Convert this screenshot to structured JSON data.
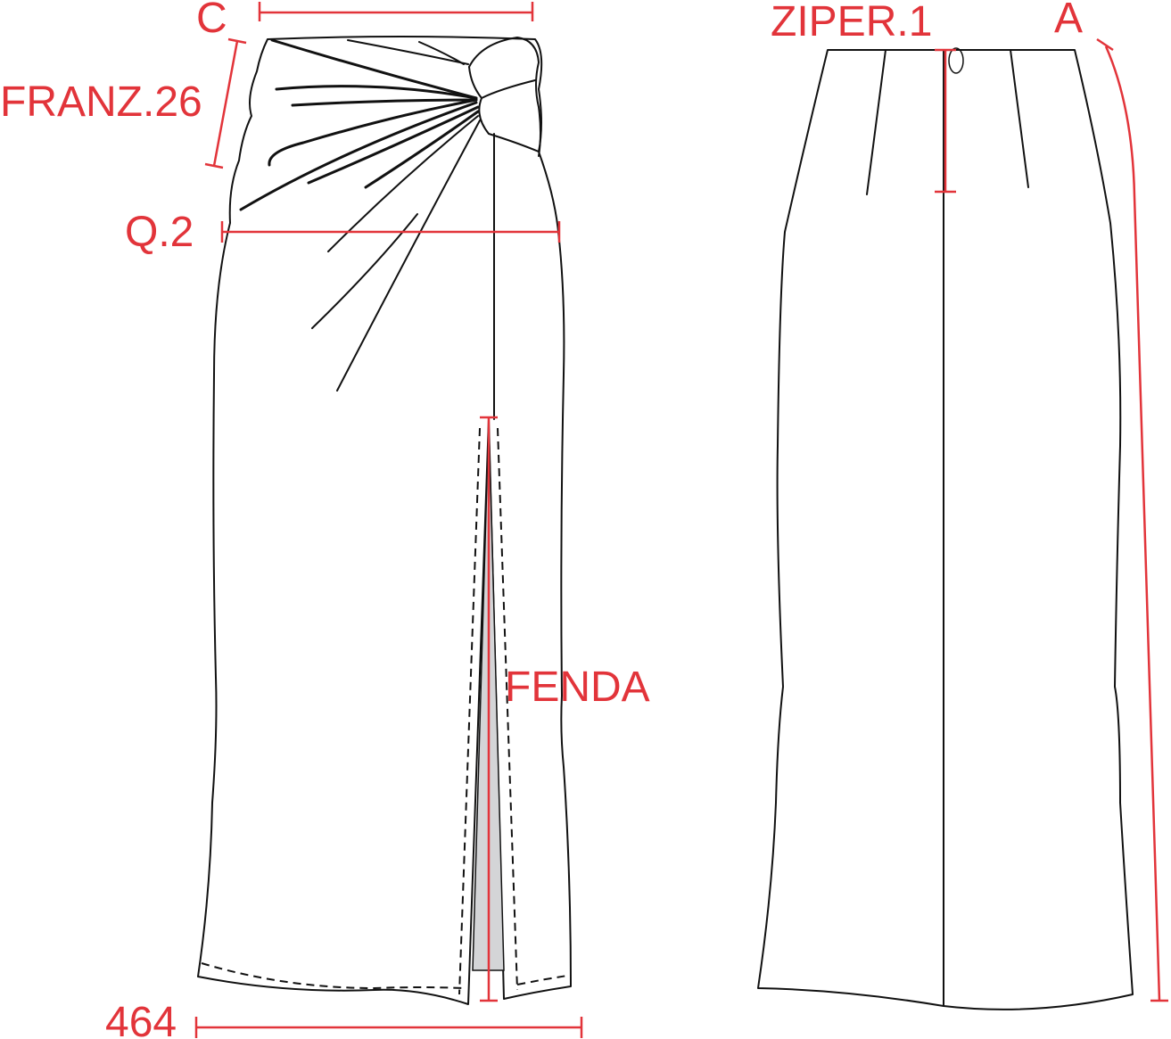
{
  "labels": {
    "waist_width": "C",
    "gather_height": "FRANZ.26",
    "hip_width": "Q.2",
    "slit": "FENDA",
    "hem_width": "464",
    "zipper": "ZIPER.1",
    "length": "A"
  },
  "colors": {
    "measure_red": "#e2343a",
    "line_black": "#111111",
    "slit_fill": "#d4d5d7"
  }
}
